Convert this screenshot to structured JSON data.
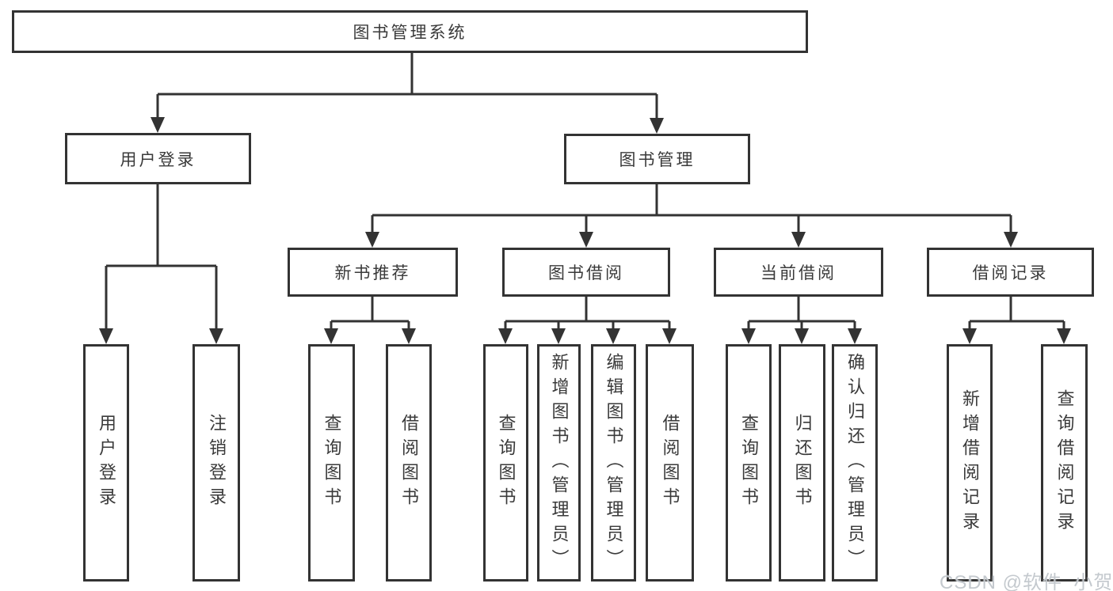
{
  "watermark": {
    "text": "CSDN @软件_小贺同学"
  },
  "colors": {
    "line": "#333333",
    "text": "#3a3a3a",
    "background": "#ffffff",
    "watermark": "#c1c6cb"
  },
  "tree": {
    "root": {
      "label": "图书管理系统",
      "children": [
        {
          "label": "用户登录",
          "children": [
            {
              "label": "用户登录"
            },
            {
              "label": "注销登录"
            }
          ]
        },
        {
          "label": "图书管理",
          "children": [
            {
              "label": "新书推荐",
              "children": [
                {
                  "label": "查询图书"
                },
                {
                  "label": "借阅图书"
                }
              ]
            },
            {
              "label": "图书借阅",
              "children": [
                {
                  "label": "查询图书"
                },
                {
                  "label": "新增图书（管理员）"
                },
                {
                  "label": "编辑图书（管理员）"
                },
                {
                  "label": "借阅图书"
                }
              ]
            },
            {
              "label": "当前借阅",
              "children": [
                {
                  "label": "查询图书"
                },
                {
                  "label": "归还图书"
                },
                {
                  "label": "确认归还（管理员）"
                }
              ]
            },
            {
              "label": "借阅记录",
              "children": [
                {
                  "label": "新增借阅记录"
                },
                {
                  "label": "查询借阅记录"
                }
              ]
            }
          ]
        }
      ]
    }
  }
}
